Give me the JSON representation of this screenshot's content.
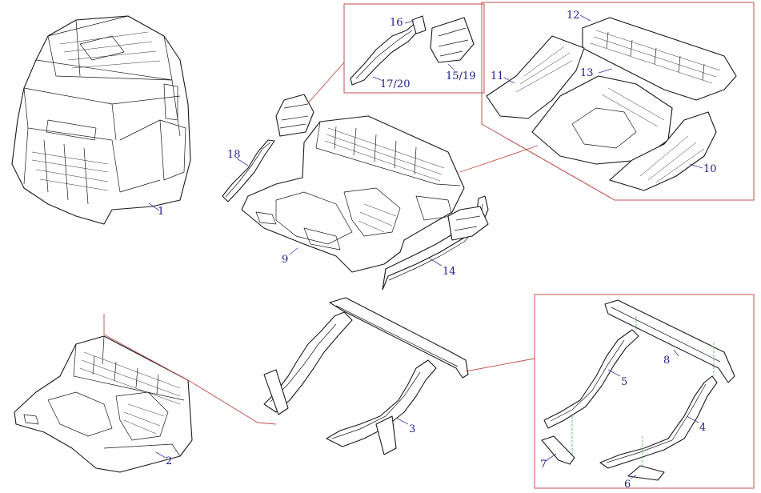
{
  "diagram": {
    "type": "exploded-parts-diagram",
    "colors": {
      "line_art": "#1a1a1a",
      "callout_number": "#1c1c8c",
      "callout_frame": "#c0504d",
      "alignment_guide": "#3cb44b",
      "background": "#ffffff"
    },
    "labels": {
      "p1": "1",
      "p2": "2",
      "p3": "3",
      "p4": "4",
      "p5": "5",
      "p6": "6",
      "p7": "7",
      "p8": "8",
      "p9": "9",
      "p10": "10",
      "p11": "11",
      "p12": "12",
      "p13": "13",
      "p14": "14",
      "p15_19": "15/19",
      "p16": "16",
      "p17_20": "17/20",
      "p18": "18"
    }
  }
}
